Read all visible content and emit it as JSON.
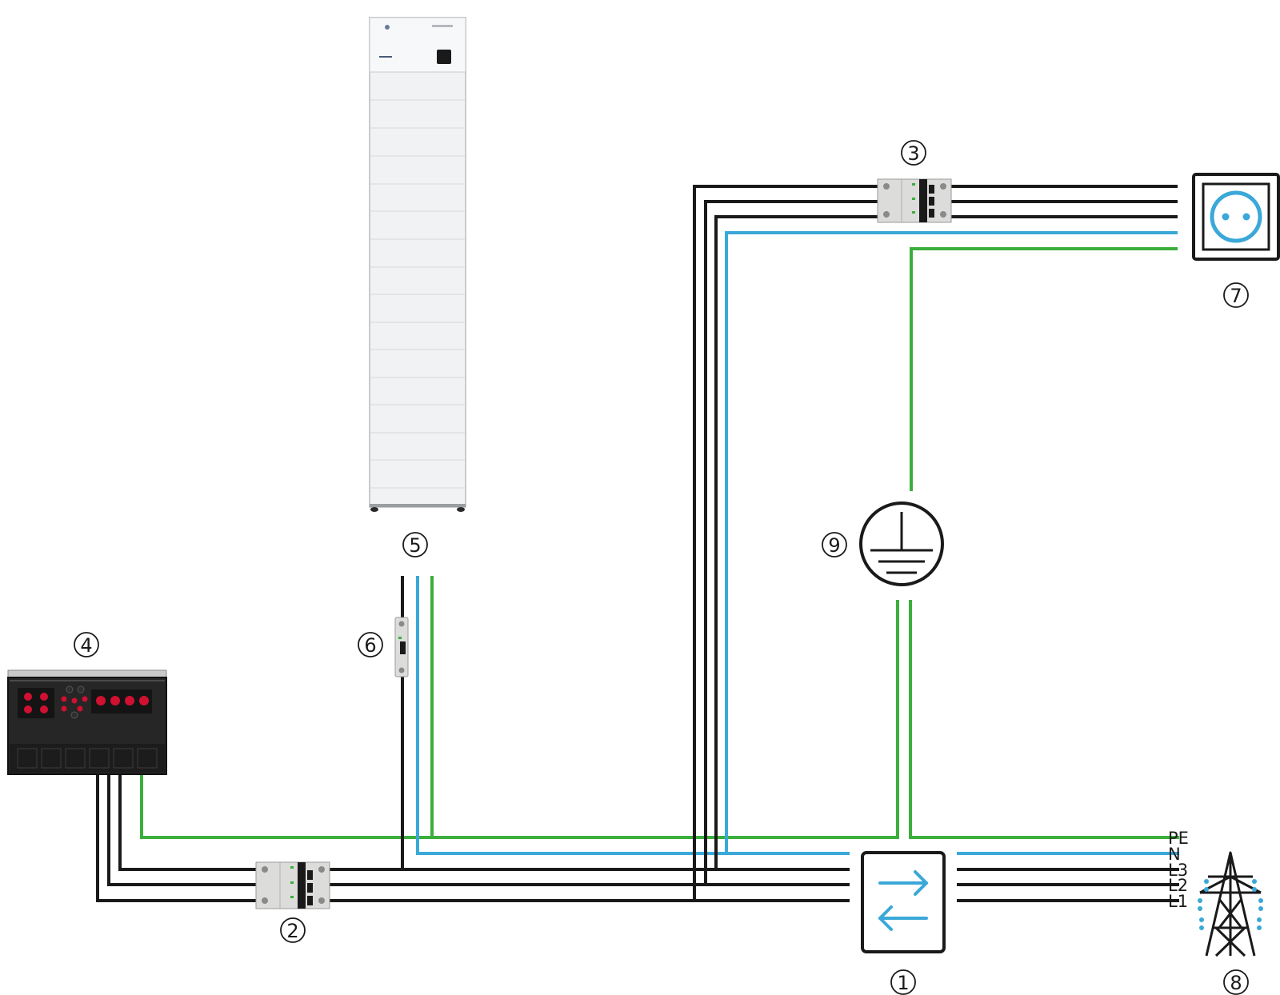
{
  "colors": {
    "phase": "#1a1a1a",
    "neutral": "#3aa8d8",
    "earth": "#3cae3c",
    "breaker_body": "#dcdcda",
    "inverter_body": "#262626",
    "battery_body": "#f1f2f3"
  },
  "icons": {
    "meter": "bidirectional-arrows-icon",
    "socket": "power-socket-icon",
    "grid": "transmission-tower-icon",
    "earth": "ground-symbol-icon"
  },
  "components": {
    "c1": "1",
    "c2": "2",
    "c3": "3",
    "c4": "4",
    "c5": "5",
    "c6": "6",
    "c7": "7",
    "c8": "8",
    "c9": "9"
  },
  "line_labels": {
    "pe": "PE",
    "n": "N",
    "l3": "L3",
    "l2": "L2",
    "l1": "L1"
  }
}
